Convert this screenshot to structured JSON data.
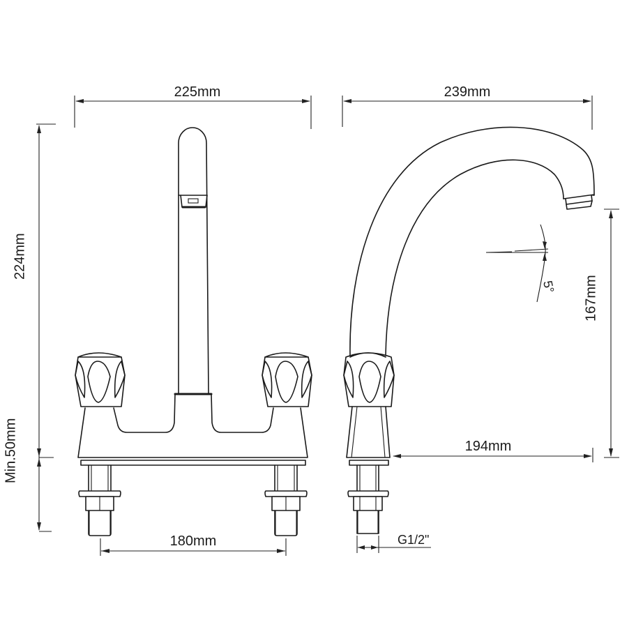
{
  "diagram": {
    "type": "technical-drawing",
    "subject": "two-handle deck-mounted mixer tap",
    "views": [
      "front-view",
      "side-view"
    ]
  },
  "dimensions": {
    "front_width": "225mm",
    "side_width": "239mm",
    "total_height": "224mm",
    "min_deck": "Min.50mm",
    "spout_height": "167mm",
    "spout_reach": "194mm",
    "tap_centres": "180mm",
    "thread_size": "G1/2\"",
    "spout_angle": "5°"
  },
  "colors": {
    "line": "#1a1a1a",
    "background": "#ffffff"
  }
}
